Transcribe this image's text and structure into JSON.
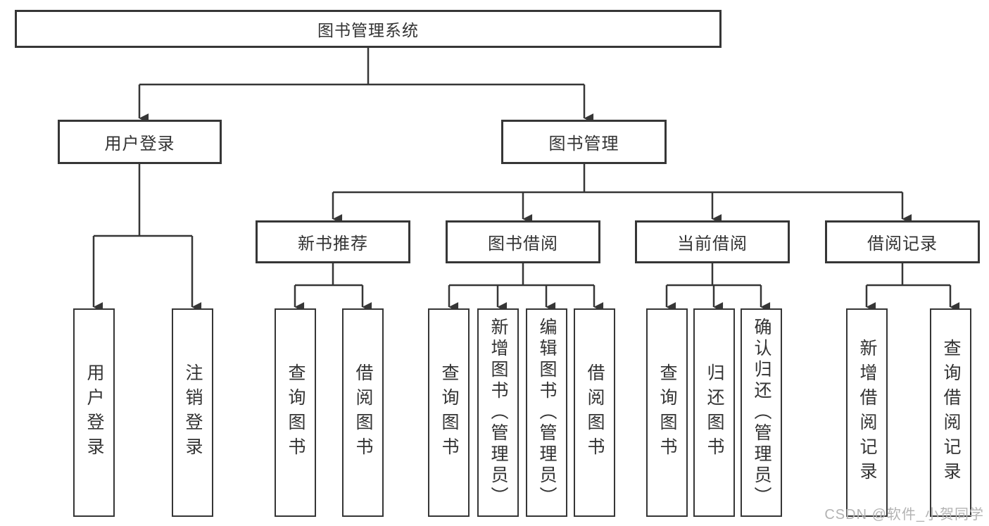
{
  "diagram": {
    "title": "图书管理系统",
    "root": {
      "label": "图书管理系统"
    },
    "level2": [
      {
        "label": "用户登录"
      },
      {
        "label": "图书管理"
      }
    ],
    "level3": [
      {
        "label": "新书推荐"
      },
      {
        "label": "图书借阅"
      },
      {
        "label": "当前借阅"
      },
      {
        "label": "借阅记录"
      }
    ],
    "leaves": [
      {
        "label": "用户登录"
      },
      {
        "label": "注销登录"
      },
      {
        "label": "查询图书"
      },
      {
        "label": "借阅图书"
      },
      {
        "label": "查询图书"
      },
      {
        "label": "新增图书（管理员）"
      },
      {
        "label": "编辑图书（管理员）"
      },
      {
        "label": "借阅图书"
      },
      {
        "label": "查询图书"
      },
      {
        "label": "归还图书"
      },
      {
        "label": "确认归还（管理员）"
      },
      {
        "label": "新增借阅记录"
      },
      {
        "label": "查询借阅记录"
      }
    ]
  },
  "watermark": "CSDN @软件_小贺同学",
  "colors": {
    "line": "#363636",
    "text": "#333333",
    "box_background": "#ffffff",
    "watermark": "#b3b3b3",
    "page_background": "#ffffff"
  }
}
